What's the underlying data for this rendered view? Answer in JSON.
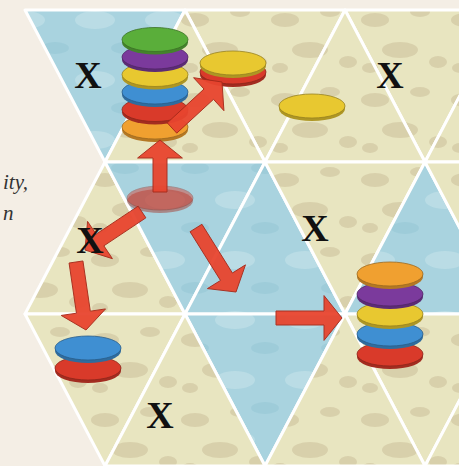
{
  "diagram": {
    "labels": [
      "X",
      "X",
      "ity,",
      "n",
      "X",
      "X",
      "X"
    ]
  }
}
